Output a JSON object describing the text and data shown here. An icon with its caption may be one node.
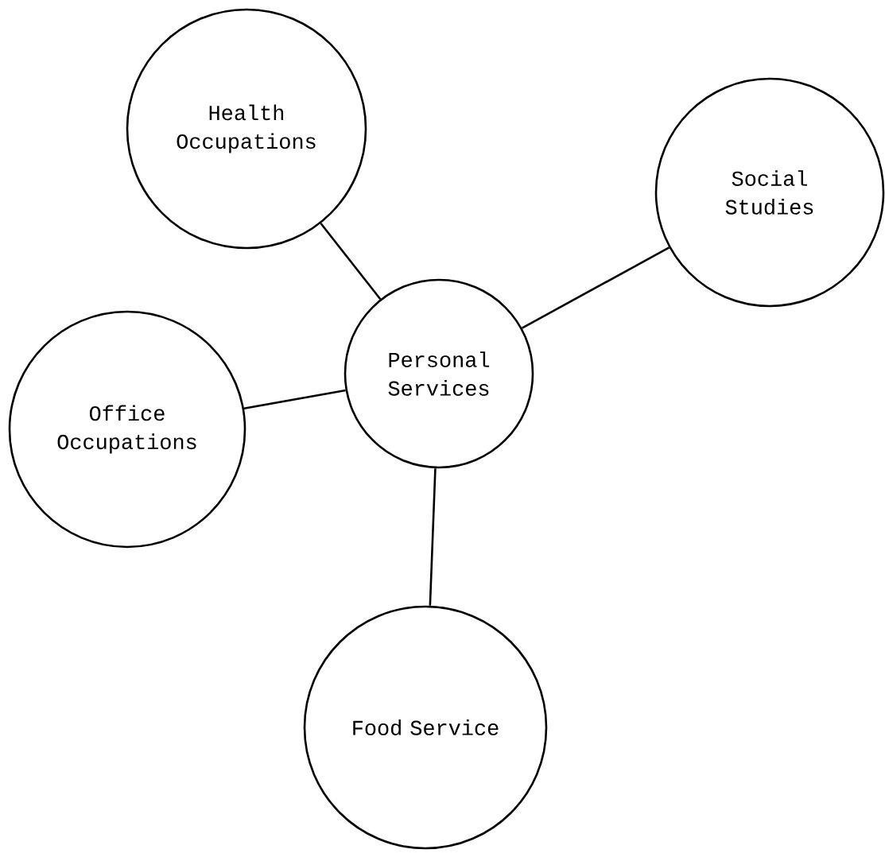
{
  "diagram": {
    "nodes": [
      {
        "text": [
          "Health Occupations"
        ]
      },
      {
        "text": [
          "Social Studies"
        ]
      },
      {
        "text": [
          "Personal Services"
        ]
      },
      {
        "text": [
          "Office Occupations"
        ]
      },
      {
        "text": [
          "Food Service"
        ]
      }
    ],
    "edges": [
      {
        "from": 2,
        "to": 0,
        "arrow": "none"
      },
      {
        "from": 2,
        "to": 1,
        "arrow": "none"
      },
      {
        "from": 2,
        "to": 3,
        "arrow": "none"
      },
      {
        "from": 2,
        "to": 4,
        "arrow": "none"
      }
    ]
  }
}
